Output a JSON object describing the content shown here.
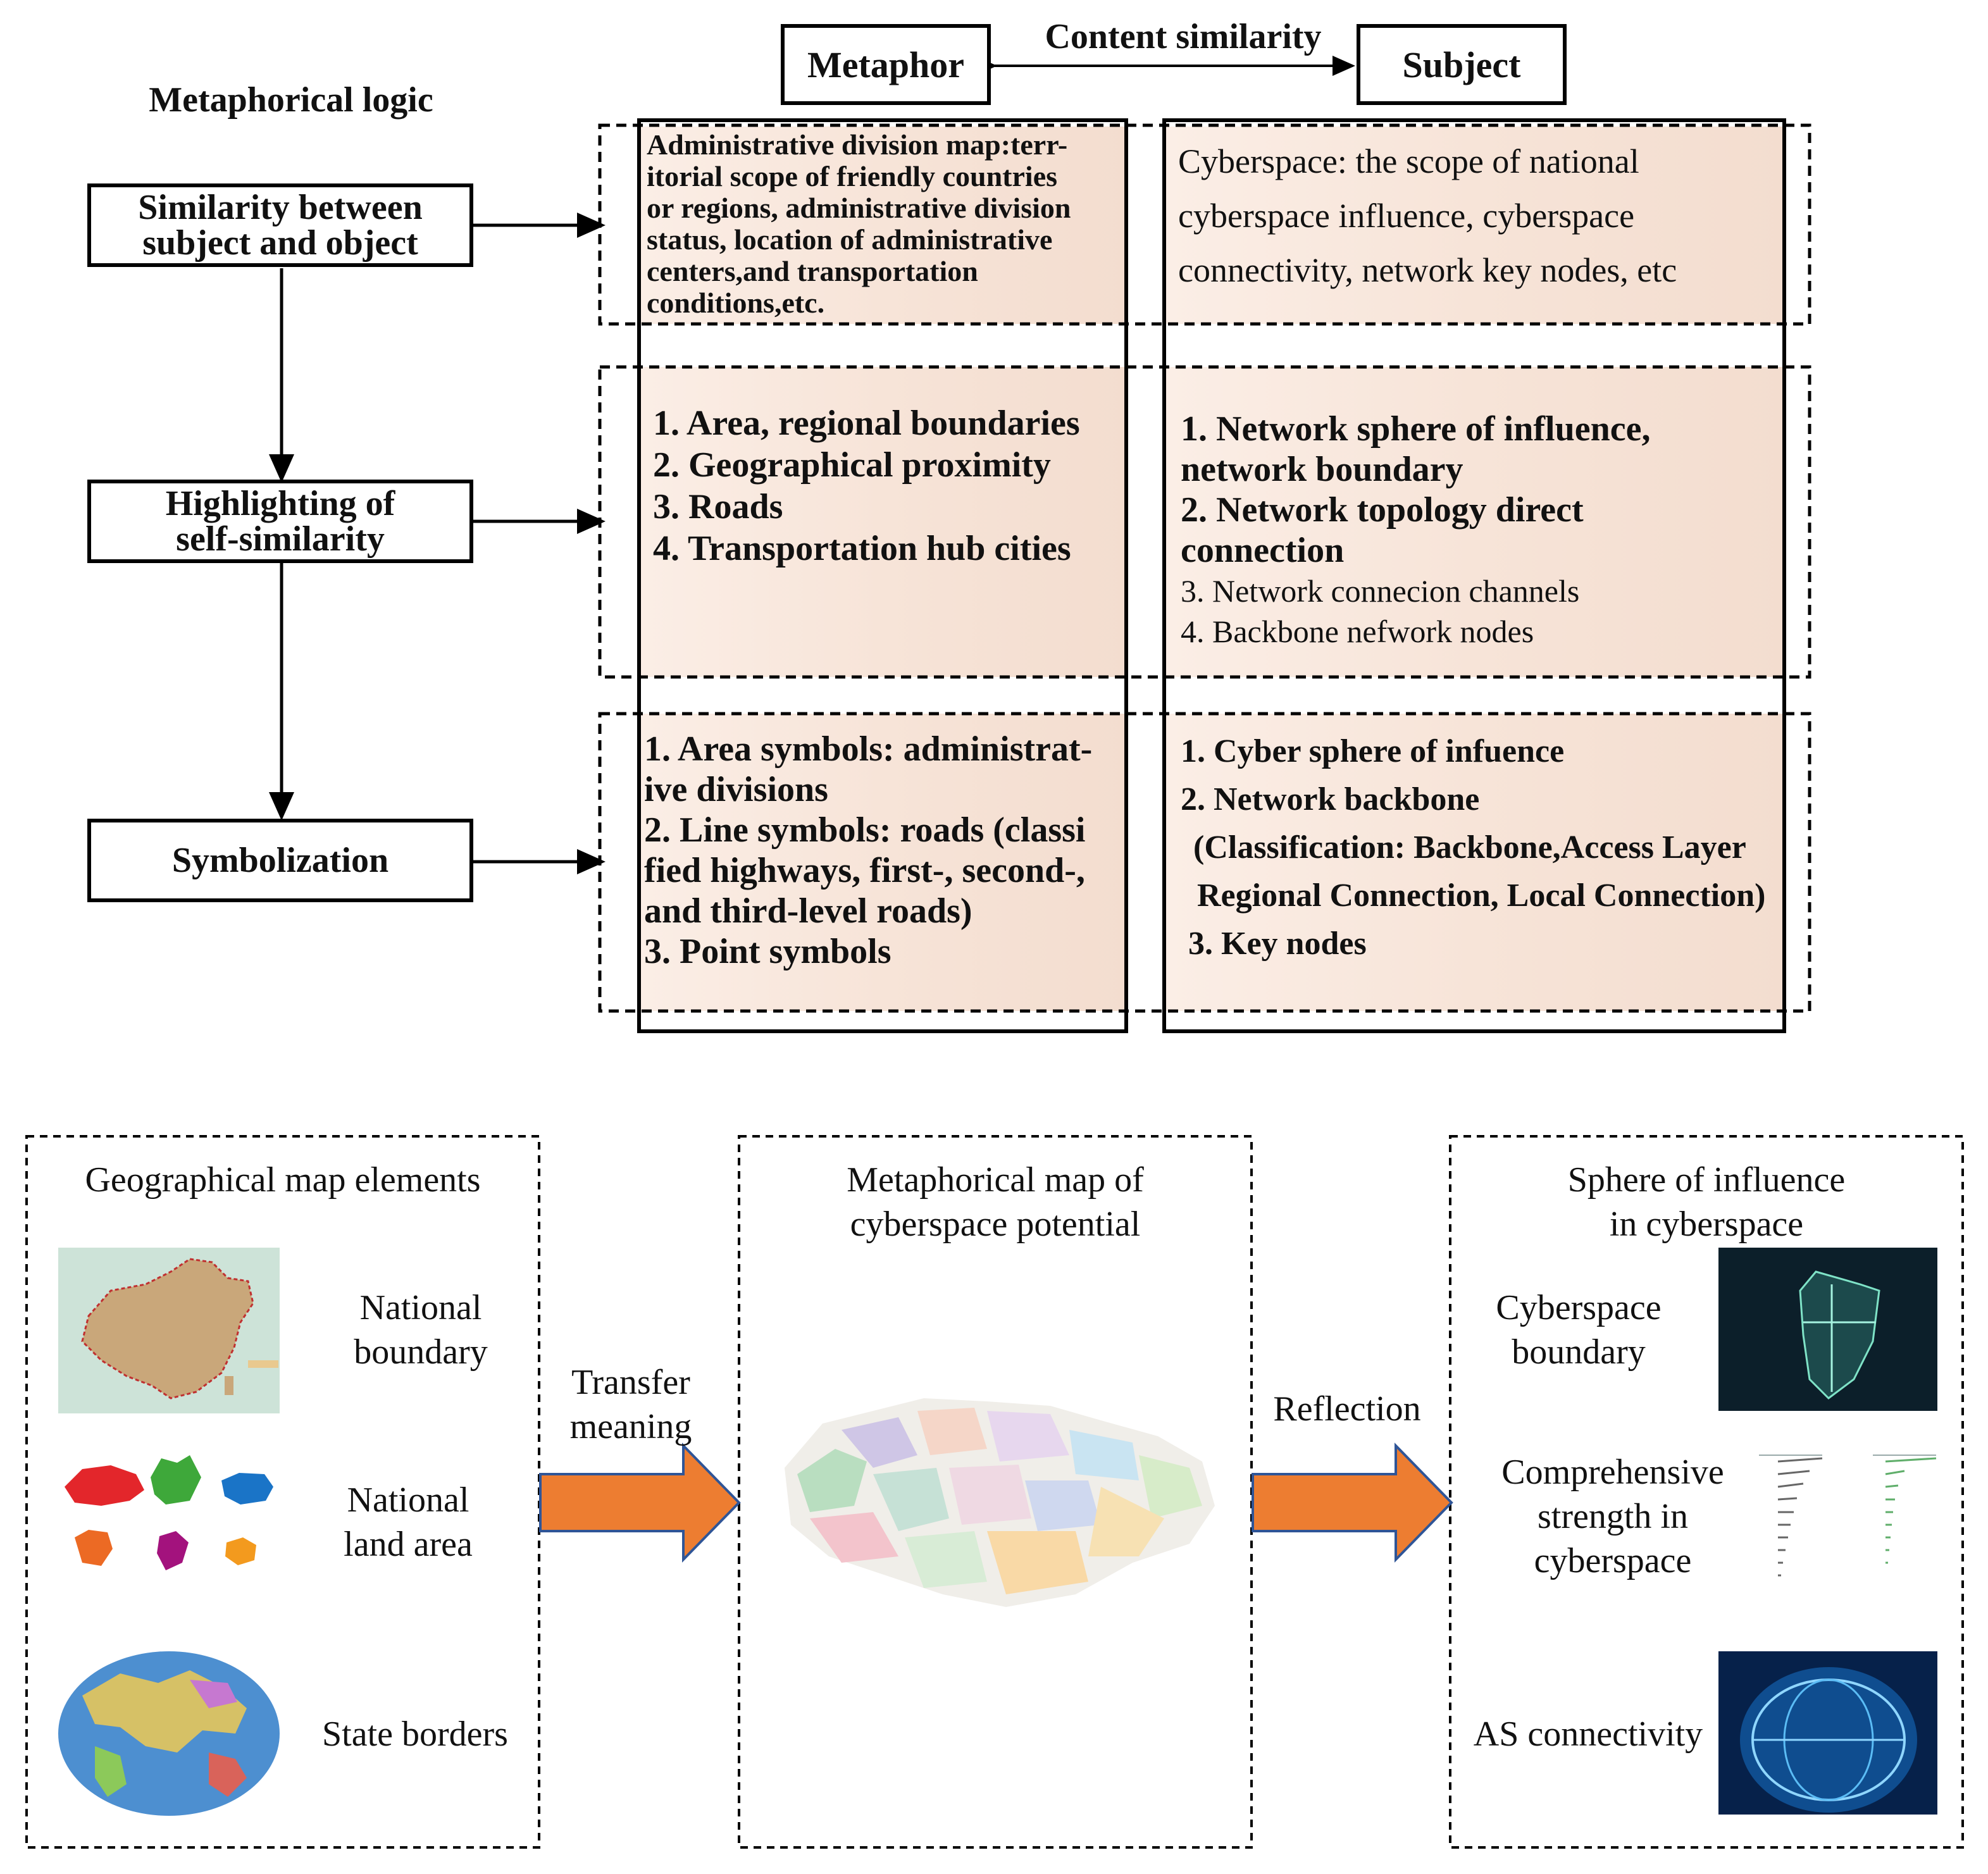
{
  "top": {
    "logic_title": "Metaphorical logic",
    "metaphor_header": "Metaphor",
    "subject_header": "Subject",
    "content_similarity": "Content similarity",
    "steps": [
      {
        "label": [
          "Similarity between",
          "subject and object"
        ]
      },
      {
        "label": [
          "Highlighting of",
          "self-similarity"
        ]
      },
      {
        "label": [
          "Symbolization"
        ]
      }
    ],
    "rows": [
      {
        "metaphor": [
          "Administrative division map:terr-",
          "itorial scope of friendly countries",
          "or regions, administrative division",
          "status, location of administrative",
          "centers,and transportation",
          "conditions,etc."
        ],
        "subject": [
          "Cyberspace: the scope of national",
          "cyberspace influence, cyberspace",
          "connectivity, network key nodes, etc"
        ]
      },
      {
        "metaphor": [
          "1. Area, regional boundaries",
          "2. Geographical proximity",
          "3. Roads",
          "4. Transportation hub cities"
        ],
        "subject_bold": [
          "1. Network sphere of influence,",
          "network boundary",
          "2. Network topology direct",
          "connection"
        ],
        "subject_plain": [
          "3. Network connecion channels",
          "4. Backbone nefwork nodes"
        ]
      },
      {
        "metaphor": [
          "1. Area symbols: administrat-",
          "ive divisions",
          "2. Line symbols: roads (classi",
          "fied highways, first-, second-,",
          "and third-level roads)",
          "3. Point symbols"
        ],
        "subject": [
          "1. Cyber sphere of infuence",
          "2. Network backbone",
          "(Classification: Backbone,Access Layer",
          "Regional Connection, Local Connection)",
          "3. Key nodes"
        ]
      }
    ]
  },
  "bottom": {
    "panels": [
      {
        "title": [
          "Geographical map elements"
        ],
        "items": [
          {
            "label": [
              "National",
              "boundary"
            ],
            "image": "china-map-image"
          },
          {
            "label": [
              "National",
              "land area"
            ],
            "image": "country-shapes-image"
          },
          {
            "label": [
              "State borders"
            ],
            "image": "world-globe-image"
          }
        ]
      },
      {
        "title": [
          "Metaphorical map of",
          "cyberspace potential"
        ],
        "image": "cyberspace-potential-map-image"
      },
      {
        "title": [
          "Sphere of influence",
          "in cyberspace"
        ],
        "items": [
          {
            "label": [
              "Cyberspace",
              "boundary"
            ],
            "image": "cyber-shield-image"
          },
          {
            "label": [
              "Comprehensive",
              "strength in",
              "cyberspace"
            ],
            "image": "power-ranking-chart-image"
          },
          {
            "label": [
              "AS connectivity"
            ],
            "image": "digital-globe-image"
          }
        ]
      }
    ],
    "arrows": [
      {
        "label": [
          "Transfer",
          "meaning"
        ]
      },
      {
        "label": [
          "Reflection"
        ]
      }
    ]
  },
  "colors": {
    "cell_fill": "#f6e6dc",
    "arrow_fill": "#ed7d31",
    "arrow_stroke": "#2f5597"
  }
}
